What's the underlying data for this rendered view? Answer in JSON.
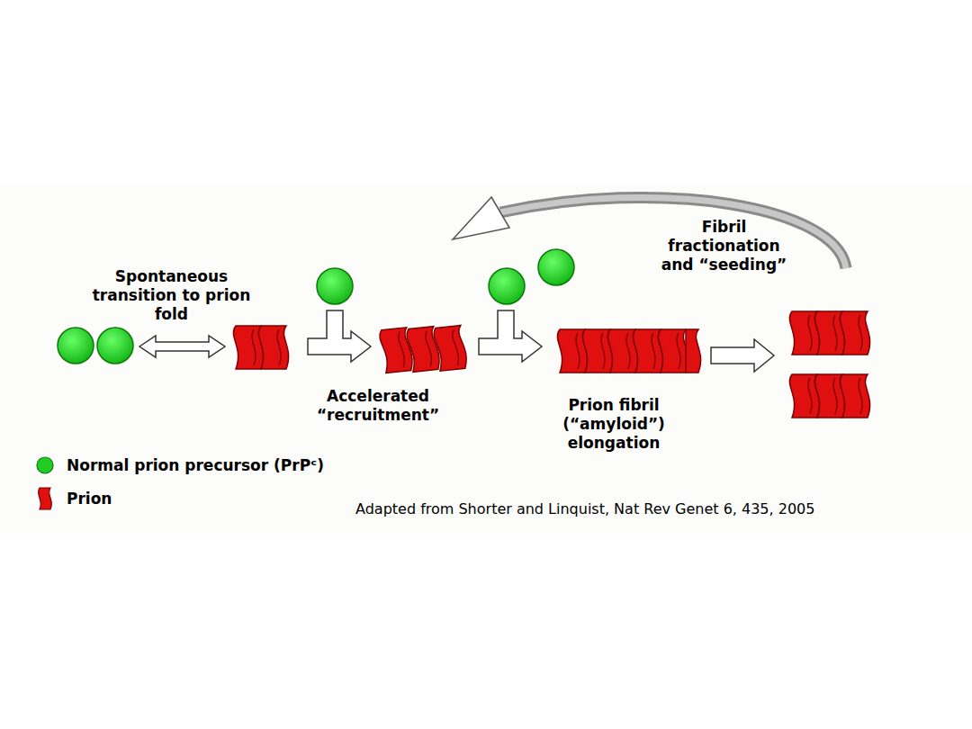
{
  "diagram": {
    "labels": [
      "Spontaneous transition to prion fold",
      "Accelerated “recruitment”",
      "Prion fibril (“amyloid”) elongation",
      "Fibril fractionation and “seeding”",
      "Adapted from Shorter and Linquist, Nat Rev Genet 6, 435, 2005"
    ],
    "legend": [
      {
        "text": "Normal prion precursor (PrPᶜ)",
        "color": "#22cc22"
      },
      {
        "text": "Prion",
        "color": "#e01010"
      }
    ]
  }
}
